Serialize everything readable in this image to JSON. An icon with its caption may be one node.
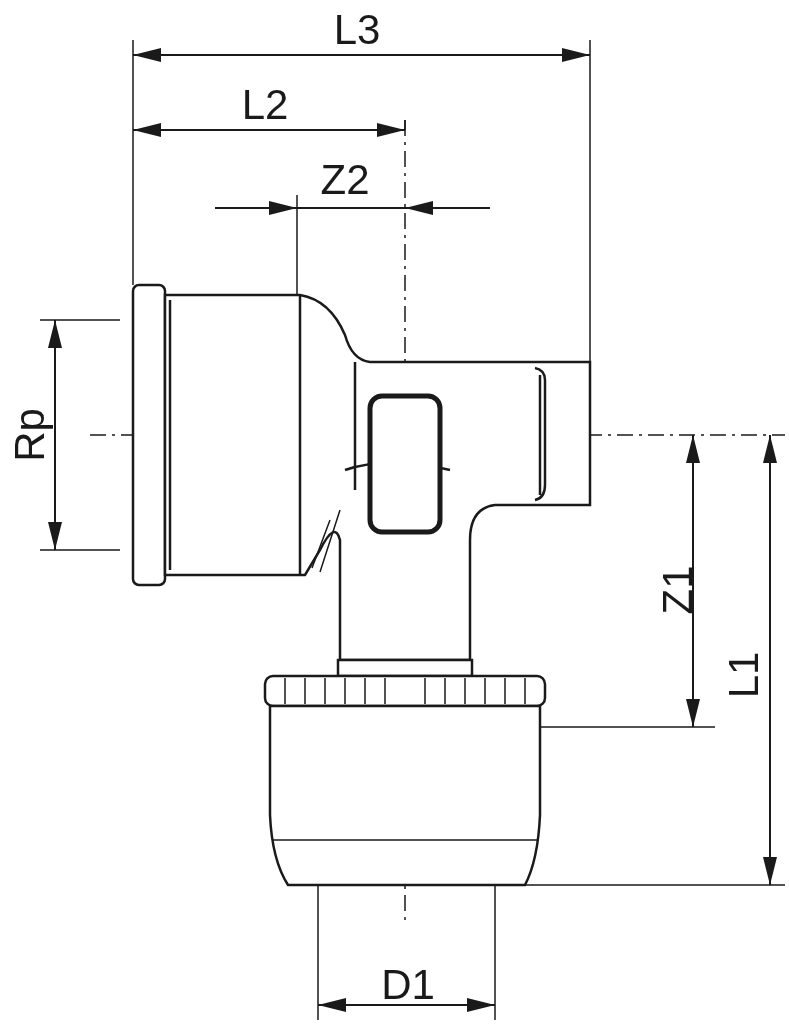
{
  "diagram": {
    "labels": [
      "L3",
      "L2",
      "Z2",
      "Rp",
      "Z1",
      "L1",
      "D1"
    ]
  }
}
